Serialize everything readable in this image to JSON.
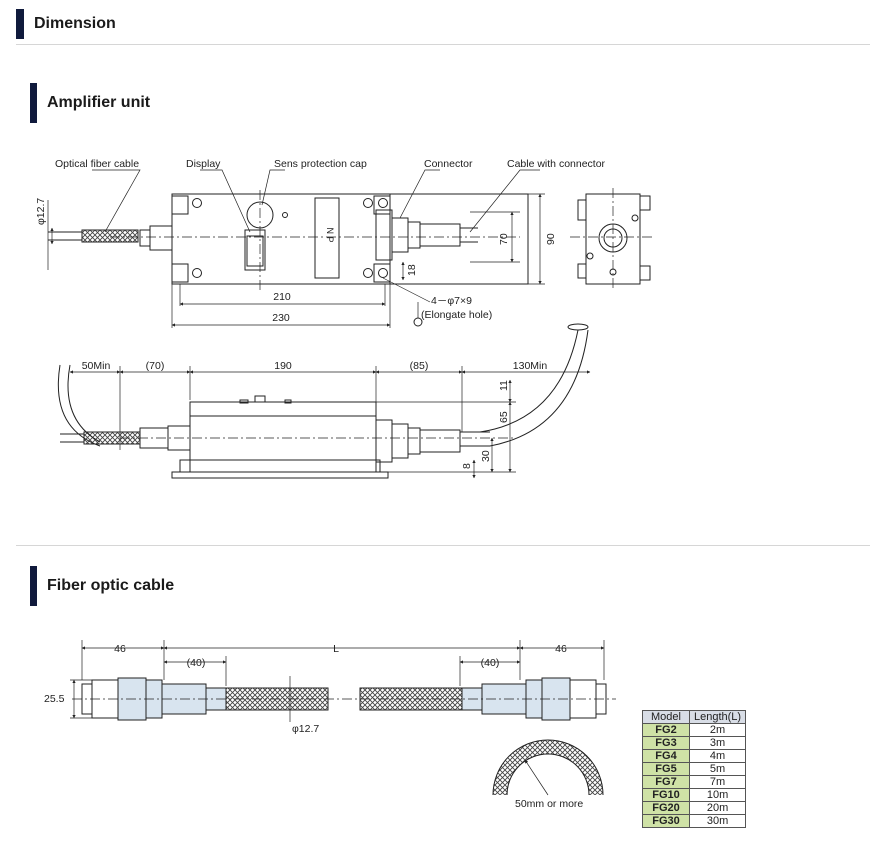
{
  "sections": {
    "dimension": "Dimension",
    "amplifier": "Amplifier unit",
    "fiber": "Fiber optic cable"
  },
  "labels": {
    "optical_fiber_cable": "Optical fiber cable",
    "display": "Display",
    "sens_protection_cap": "Sens protection cap",
    "connector": "Connector",
    "cable_with_connector": "Cable with connector",
    "holes": "4－φ7×9",
    "elongate_hole": "(Elongate hole)",
    "np": "N P",
    "bend": "50mm or more"
  },
  "dims": {
    "phi12_7_v": "φ12.7",
    "d210": "210",
    "d230": "230",
    "d70": "70",
    "d90": "90",
    "d18": "18",
    "s50min": "50Min",
    "s70": "(70)",
    "s190": "190",
    "s85": "(85)",
    "s130min": "130Min",
    "s11": "11",
    "s65": "65",
    "s30": "30",
    "s8": "8",
    "f46a": "46",
    "f40a": "(40)",
    "fL": "L",
    "f40b": "(40)",
    "f46b": "46",
    "f25_5": "25.5",
    "f12_7": "φ12.7"
  },
  "table": {
    "headers": [
      "Model",
      "Length(L)"
    ],
    "rows": [
      [
        "FG2",
        "2m"
      ],
      [
        "FG3",
        "3m"
      ],
      [
        "FG4",
        "4m"
      ],
      [
        "FG5",
        "5m"
      ],
      [
        "FG7",
        "7m"
      ],
      [
        "FG10",
        "10m"
      ],
      [
        "FG20",
        "20m"
      ],
      [
        "FG30",
        "30m"
      ]
    ]
  }
}
